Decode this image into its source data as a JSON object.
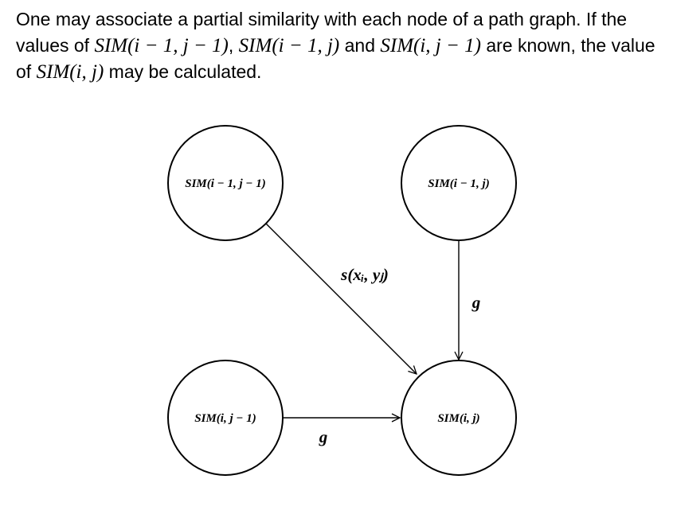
{
  "intro": {
    "part1": "One may associate a partial similarity with each node of a path graph. If the values of ",
    "math1": "SIM(i − 1, j − 1)",
    "sep1": ", ",
    "math2": "SIM(i − 1, j)",
    "and": " and ",
    "math3": "SIM(i, j − 1)",
    "part2": " are known, the value of ",
    "math4": "SIM(i, j)",
    "part3": " may be calculated."
  },
  "nodes": {
    "top_left": "SIM(i − 1, j − 1)",
    "top_right": "SIM(i − 1, j)",
    "bottom_left": "SIM(i, j − 1)",
    "bottom_right": "SIM(i, j)"
  },
  "edges": {
    "diagonal": "s(xᵢ, yⱼ)",
    "vertical": "g",
    "horizontal": "g"
  }
}
